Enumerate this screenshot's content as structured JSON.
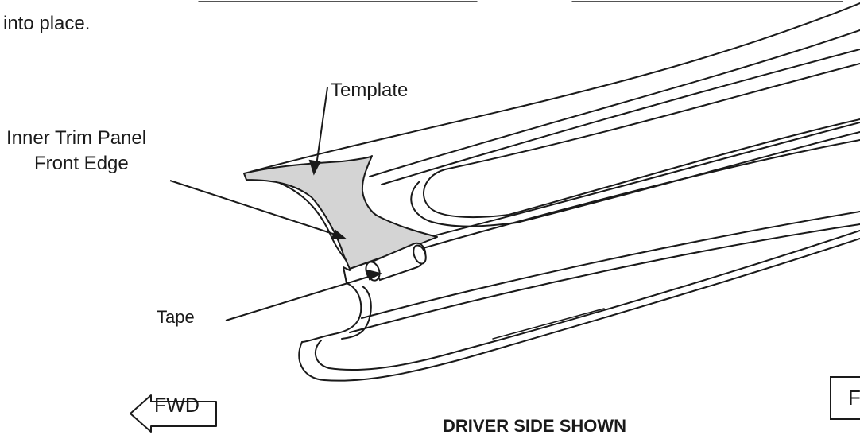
{
  "instruction_fragment": "into place.",
  "callouts": {
    "template": "Template",
    "inner_trim_line1": "Inner Trim Panel",
    "inner_trim_line2": "Front Edge",
    "tape": "Tape"
  },
  "fwd_label": "FWD",
  "cut_label": "F",
  "caption": "DRIVER SIDE SHOWN",
  "colors": {
    "line": "#1a1a1a",
    "template_fill": "#d4d4d4",
    "background": "#ffffff"
  }
}
